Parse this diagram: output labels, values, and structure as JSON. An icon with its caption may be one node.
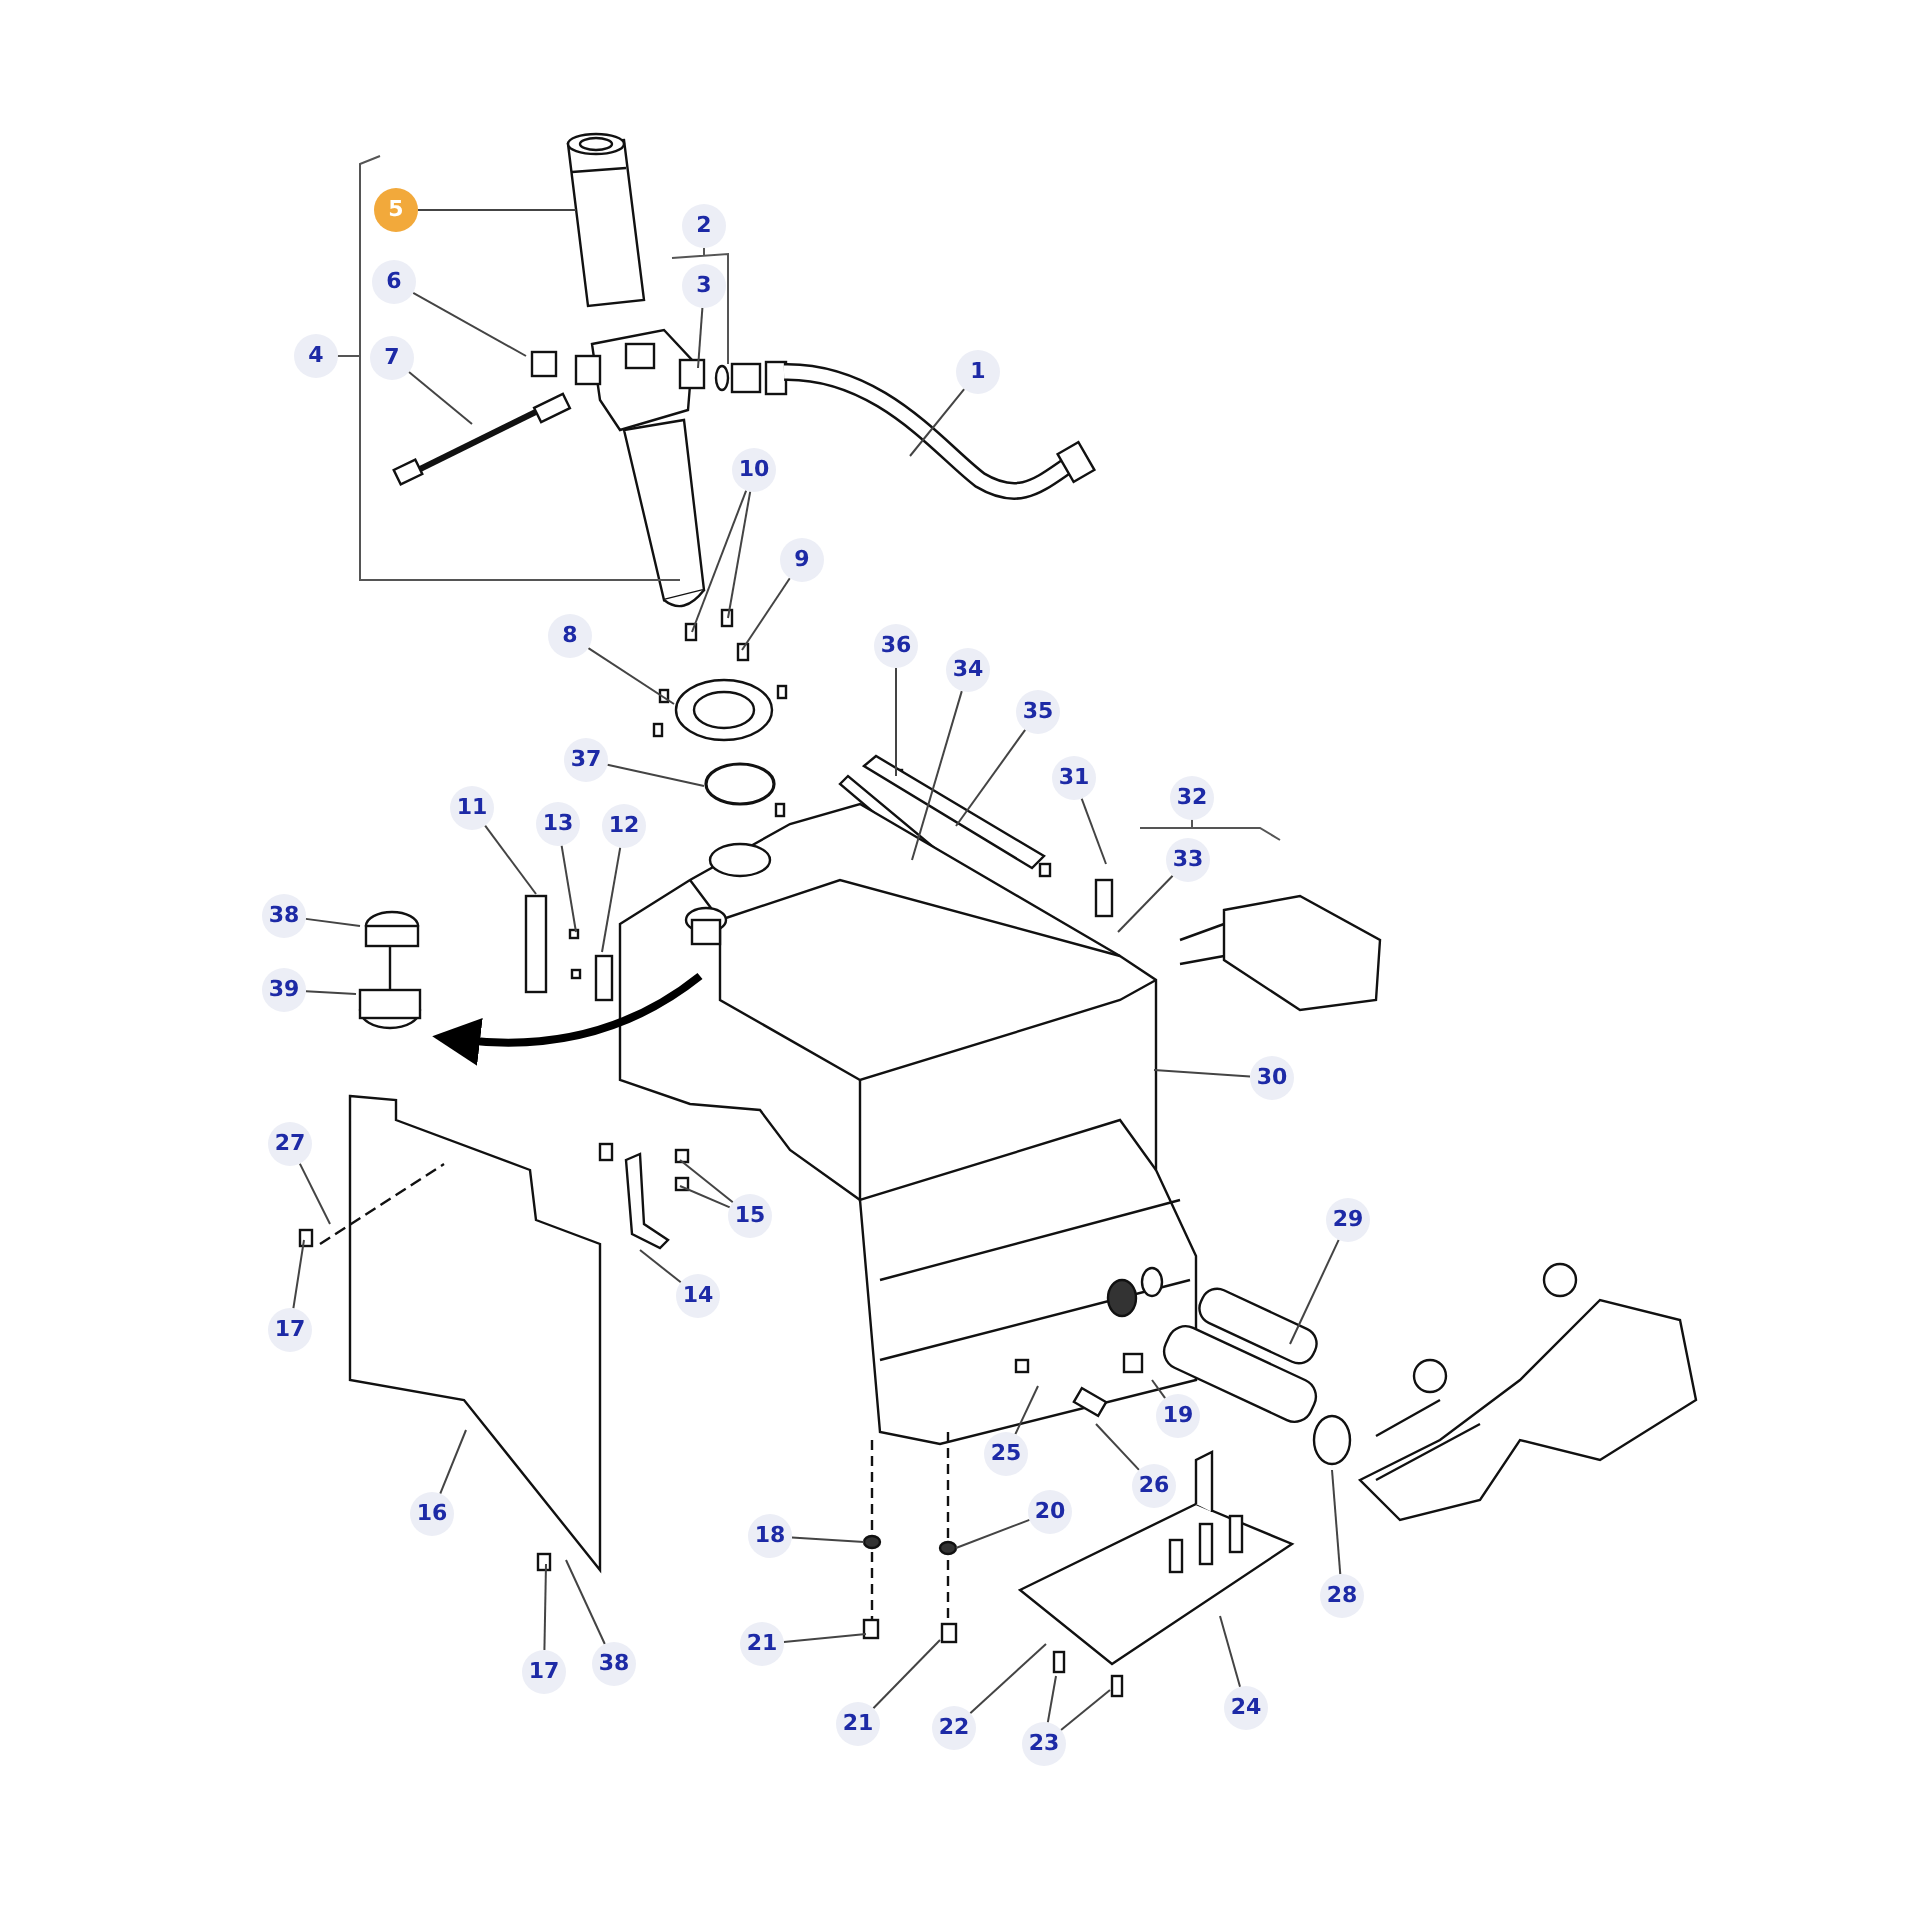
{
  "diagram": {
    "nodes": [
      {
        "text": [
          "5"
        ]
      },
      {
        "text": [
          "2"
        ]
      },
      {
        "text": [
          "3"
        ]
      },
      {
        "text": [
          "6"
        ]
      },
      {
        "text": [
          "4"
        ]
      },
      {
        "text": [
          "7"
        ]
      },
      {
        "text": [
          "1"
        ]
      },
      {
        "text": [
          "10"
        ]
      },
      {
        "text": [
          "9"
        ]
      },
      {
        "text": [
          "8"
        ]
      },
      {
        "text": [
          "36"
        ]
      },
      {
        "text": [
          "34"
        ]
      },
      {
        "text": [
          "35"
        ]
      },
      {
        "text": [
          "37"
        ]
      },
      {
        "text": [
          "11"
        ]
      },
      {
        "text": [
          "13"
        ]
      },
      {
        "text": [
          "12"
        ]
      },
      {
        "text": [
          "31"
        ]
      },
      {
        "text": [
          "32"
        ]
      },
      {
        "text": [
          "33"
        ]
      },
      {
        "text": [
          "38"
        ]
      },
      {
        "text": [
          "39"
        ]
      },
      {
        "text": [
          "30"
        ]
      },
      {
        "text": [
          "27"
        ]
      },
      {
        "text": [
          "15"
        ]
      },
      {
        "text": [
          "17"
        ]
      },
      {
        "text": [
          "14"
        ]
      },
      {
        "text": [
          "29"
        ]
      },
      {
        "text": [
          "16"
        ]
      },
      {
        "text": [
          "19"
        ]
      },
      {
        "text": [
          "25"
        ]
      },
      {
        "text": [
          "26"
        ]
      },
      {
        "text": [
          "28"
        ]
      },
      {
        "text": [
          "18"
        ]
      },
      {
        "text": [
          "20"
        ]
      },
      {
        "text": [
          "17"
        ]
      },
      {
        "text": [
          "38"
        ]
      },
      {
        "text": [
          "21"
        ]
      },
      {
        "text": [
          "21"
        ]
      },
      {
        "text": [
          "22"
        ]
      },
      {
        "text": [
          "23"
        ]
      },
      {
        "text": [
          "24"
        ]
      }
    ],
    "edges": [
      {
        "from": 0,
        "to": null,
        "arrow": "none"
      },
      {
        "from": 2,
        "to": null,
        "arrow": "none"
      },
      {
        "from": 3,
        "to": null,
        "arrow": "none"
      },
      {
        "from": 5,
        "to": null,
        "arrow": "none"
      },
      {
        "from": 6,
        "to": null,
        "arrow": "none"
      },
      {
        "from": 7,
        "to": null,
        "arrow": "none"
      },
      {
        "from": 7,
        "to": null,
        "arrow": "none"
      },
      {
        "from": 8,
        "to": null,
        "arrow": "none"
      },
      {
        "from": 9,
        "to": null,
        "arrow": "none"
      },
      {
        "from": 10,
        "to": null,
        "arrow": "none"
      },
      {
        "from": 11,
        "to": null,
        "arrow": "none"
      },
      {
        "from": 12,
        "to": null,
        "arrow": "none"
      },
      {
        "from": 13,
        "to": null,
        "arrow": "none"
      },
      {
        "from": 14,
        "to": null,
        "arrow": "none"
      },
      {
        "from": 15,
        "to": null,
        "arrow": "none"
      },
      {
        "from": 16,
        "to": null,
        "arrow": "none"
      },
      {
        "from": 17,
        "to": null,
        "arrow": "none"
      },
      {
        "from": 19,
        "to": null,
        "arrow": "none"
      },
      {
        "from": 20,
        "to": null,
        "arrow": "none"
      },
      {
        "from": 21,
        "to": null,
        "arrow": "none"
      },
      {
        "from": 22,
        "to": null,
        "arrow": "none"
      },
      {
        "from": 23,
        "to": null,
        "arrow": "none"
      },
      {
        "from": 24,
        "to": null,
        "arrow": "none"
      },
      {
        "from": 24,
        "to": null,
        "arrow": "none"
      },
      {
        "from": 25,
        "to": null,
        "arrow": "none"
      },
      {
        "from": 26,
        "to": null,
        "arrow": "none"
      },
      {
        "from": 27,
        "to": null,
        "arrow": "none"
      },
      {
        "from": 28,
        "to": null,
        "arrow": "none"
      },
      {
        "from": 29,
        "to": null,
        "arrow": "none"
      },
      {
        "from": 30,
        "to": null,
        "arrow": "none"
      },
      {
        "from": 31,
        "to": null,
        "arrow": "none"
      },
      {
        "from": 32,
        "to": null,
        "arrow": "none"
      },
      {
        "from": 33,
        "to": null,
        "arrow": "none"
      },
      {
        "from": 34,
        "to": null,
        "arrow": "none"
      },
      {
        "from": 35,
        "to": null,
        "arrow": "none"
      },
      {
        "from": 36,
        "to": null,
        "arrow": "none"
      },
      {
        "from": 37,
        "to": null,
        "arrow": "none"
      },
      {
        "from": 38,
        "to": null,
        "arrow": "none"
      },
      {
        "from": 39,
        "to": null,
        "arrow": "none"
      },
      {
        "from": 40,
        "to": null,
        "arrow": "none"
      },
      {
        "from": 40,
        "to": null,
        "arrow": "none"
      },
      {
        "from": 41,
        "to": null,
        "arrow": "none"
      }
    ]
  }
}
